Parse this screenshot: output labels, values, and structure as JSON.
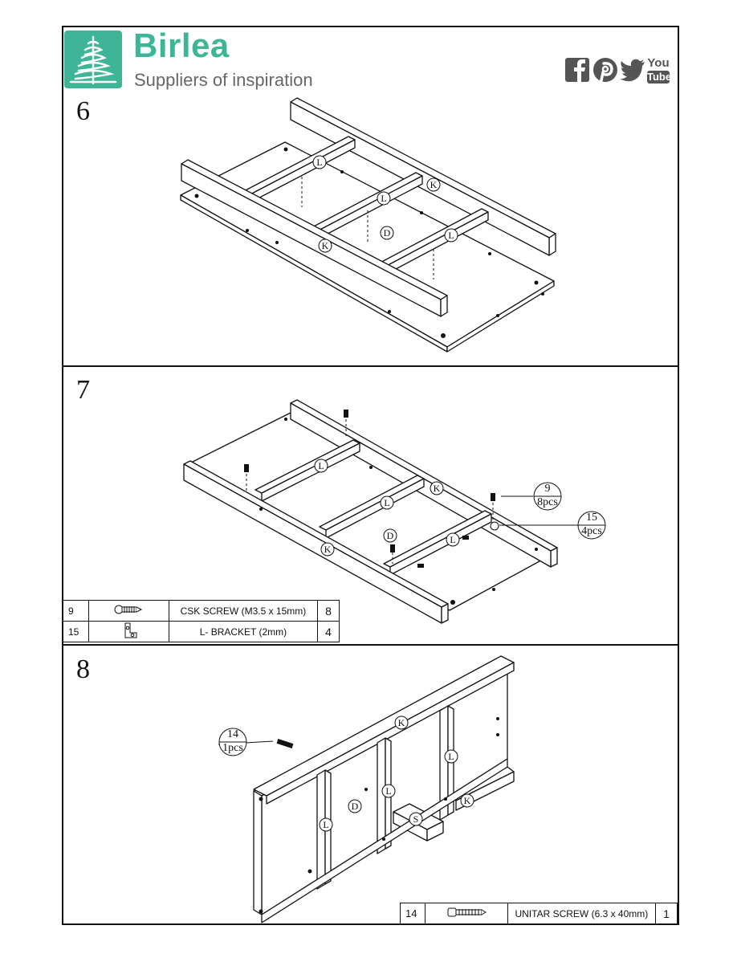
{
  "header": {
    "brand_name": "Birlea",
    "tagline": "Suppliers of inspiration",
    "brand_color": "#3eb597",
    "social_icons": [
      "facebook-icon",
      "pinterest-icon",
      "twitter-icon",
      "youtube-icon"
    ],
    "youtube_top": "You",
    "youtube_bottom": "Tube"
  },
  "steps": [
    {
      "number": "6",
      "labels": [
        "L",
        "L",
        "L",
        "K",
        "K",
        "D"
      ]
    },
    {
      "number": "7",
      "labels": [
        "L",
        "L",
        "L",
        "K",
        "K",
        "D"
      ],
      "callouts": [
        {
          "part": "9",
          "qty": "8pcs"
        },
        {
          "part": "15",
          "qty": "4pcs"
        }
      ],
      "parts": [
        {
          "no": "9",
          "icon": "screw-icon",
          "desc": "CSK SCREW (M3.5 x 15mm)",
          "qty": "8"
        },
        {
          "no": "15",
          "icon": "l-bracket-icon",
          "desc": "L- BRACKET (2mm)",
          "qty": "4"
        }
      ]
    },
    {
      "number": "8",
      "labels": [
        "K",
        "K",
        "L",
        "L",
        "L",
        "D",
        "S"
      ],
      "callouts": [
        {
          "part": "14",
          "qty": "1pcs"
        }
      ],
      "parts": [
        {
          "no": "14",
          "icon": "unitar-screw-icon",
          "desc": "UNITAR SCREW (6.3 x 40mm)",
          "qty": "1"
        }
      ]
    }
  ]
}
